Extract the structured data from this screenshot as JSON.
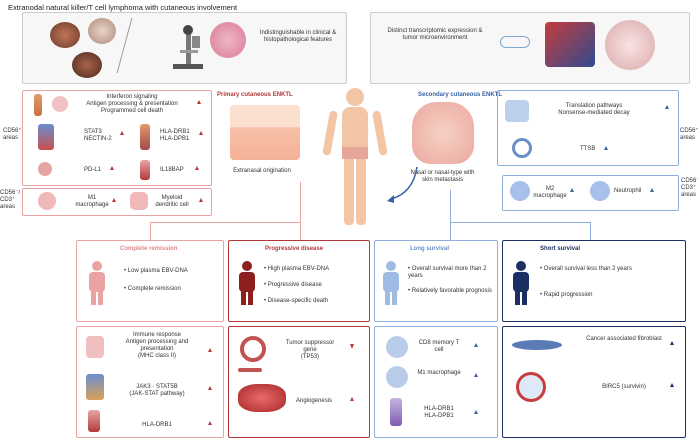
{
  "title": "Extranodal natural killer/T cell lymphoma with cutaneous involvement",
  "top_left": {
    "text": "Indistinguishable in clinical & histopathological features"
  },
  "top_right": {
    "text": "Distinct transcriptomic expression & tumor microenvironment"
  },
  "primary": {
    "header": "Primary cutaneous ENKTL",
    "origin": "Extranasal origination",
    "cd56_label": "CD56⁺ areas",
    "cd56cd3_label": "CD56⁻/ CD3⁺ areas",
    "items": {
      "interferon": "Interferon signaling",
      "antigen": "Antigen processing & presentation",
      "pcd": "Programmed cell death",
      "stat3": "STAT3",
      "nectin": "NECTIN-2",
      "hla_drb1": "HLA-DRB1",
      "hla_dpb1": "HLA-DPB1",
      "pdl1": "PD-L1",
      "il18bap": "IL18BAP",
      "m1": "M1 macrophage",
      "myeloid": "Myeloid dendritic cell"
    }
  },
  "secondary": {
    "header": "Secondary cutaneous ENKTL",
    "origin": "Nasal or nasal-type with skin metastasis",
    "cd56_label": "CD56⁺ areas",
    "cd56cd3_label": "CD56⁻/ CD3⁺ areas",
    "items": {
      "translation": "Translation pathways",
      "nonsense": "Nonsense-mediated decay",
      "ttsb": "TTSB",
      "m2": "M2 macrophage",
      "neutrophil": "Neutrophil"
    }
  },
  "outcomes": {
    "complete": {
      "title": "Complete remission",
      "b1": "Low plasma EBV-DNA",
      "b2": "Complete remission",
      "r_title1": "Immune response",
      "r_title2": "Antigen processing and presentation",
      "r_title3": "(MHC class II)",
      "jak": "JAK3 · STAT5B",
      "jak_sub": "(JAK-STAT pathway)",
      "hla": "HLA-DRB1"
    },
    "progressive": {
      "title": "Progressive disease",
      "b1": "High plasma EBV-DNA",
      "b2": "Progressive disease",
      "b3": "Disease-specific death",
      "tumor_sup": "Tumor suppressor gene",
      "tumor_sup_sub": "(TP53)",
      "angio": "Angiogenesis"
    },
    "long": {
      "title": "Long survival",
      "b1": "Overall survival more than 2 years",
      "b2": "Relatively favorable prognosis",
      "cd8": "CD8 memory T cell",
      "m1": "M1 macrophage",
      "hla1": "HLA-DRB1",
      "hla2": "HLA-DPB1"
    },
    "short": {
      "title": "Short survival",
      "b1": "Overall survival less than 2 years",
      "b2": "Rapid progression",
      "caf": "Cancer associated fibroblast",
      "birc5": "BIRC5 (survivin)"
    }
  },
  "colors": {
    "red": "#b23a3a",
    "pink": "#e8a3a3",
    "blue": "#3a62a6",
    "lightblue": "#8fb0dd",
    "navy": "#1c2f63"
  }
}
